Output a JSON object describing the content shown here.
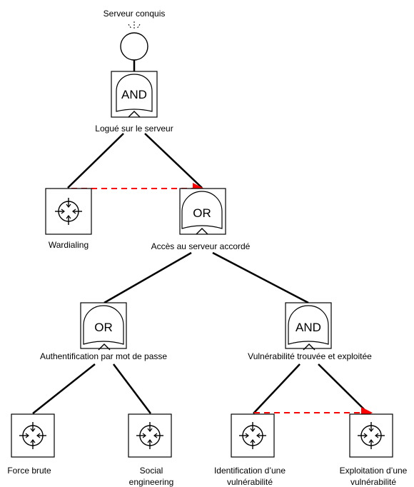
{
  "colors": {
    "edge": "#000000",
    "sequence_arrow": "#ff0000",
    "background": "#ffffff"
  },
  "root": {
    "label": "Serveur conquis"
  },
  "gates": {
    "logue": {
      "type": "AND",
      "label": "Logué sur le serveur"
    },
    "acces": {
      "type": "OR",
      "label": "Accès au serveur accordé"
    },
    "auth": {
      "type": "OR",
      "label": "Authentification par mot de passe"
    },
    "vuln": {
      "type": "AND",
      "label": "Vulnérabilité trouvée et exploitée"
    }
  },
  "leaves": {
    "wardialing": {
      "label": "Wardialing",
      "icon": "crosshair-icon"
    },
    "force_brute": {
      "label": "Force brute",
      "icon": "crosshair-icon"
    },
    "social": {
      "label_line1": "Social",
      "label_line2": "engineering",
      "icon": "crosshair-icon"
    },
    "identification": {
      "label_line1": "Identification d’une",
      "label_line2": "vulnérabilité",
      "icon": "crosshair-icon"
    },
    "exploitation": {
      "label_line1": "Exploitation d’une",
      "label_line2": "vulnérabilité",
      "icon": "crosshair-icon"
    }
  }
}
